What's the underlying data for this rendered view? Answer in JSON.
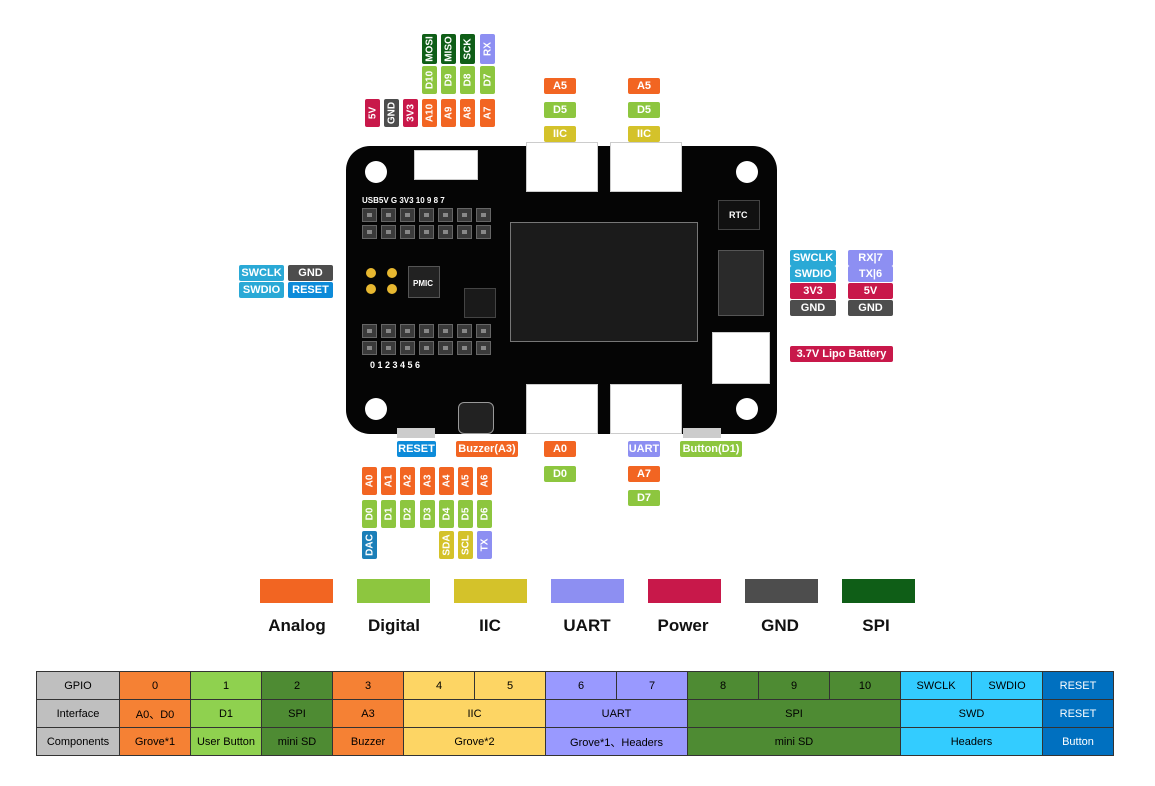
{
  "top_pins": {
    "row1": [
      "5V",
      "GND",
      "3V3",
      "A10",
      "A9",
      "A8",
      "A7"
    ],
    "row2": [
      "D10",
      "D9",
      "D8",
      "D7"
    ],
    "row3": [
      "MOSI",
      "MISO",
      "SCK",
      "RX"
    ]
  },
  "grove_top_left": [
    "A5",
    "D5",
    "IIC"
  ],
  "grove_top_right": [
    "A5",
    "D5",
    "IIC"
  ],
  "swd_left": {
    "swclk": "SWCLK",
    "gnd": "GND",
    "swdio": "SWDIO",
    "reset": "RESET"
  },
  "right_pins": {
    "left_col": [
      "SWCLK",
      "SWDIO",
      "3V3",
      "GND"
    ],
    "right_col": [
      "RX|7",
      "TX|6",
      "5V",
      "GND"
    ]
  },
  "battery_label": "3.7V Lipo Battery",
  "bottom_labels": {
    "reset": "RESET",
    "buzzer": "Buzzer(A3)",
    "button": "Button(D1)"
  },
  "grove_bottom_left": [
    "A0",
    "D0"
  ],
  "grove_bottom_right": [
    "UART",
    "A7",
    "D7"
  ],
  "bottom_pins": {
    "row1": [
      "A0",
      "A1",
      "A2",
      "A3",
      "A4",
      "A5",
      "A6"
    ],
    "row2": [
      "D0",
      "D1",
      "D2",
      "D3",
      "D4",
      "D5",
      "D6"
    ],
    "row3": [
      "DAC",
      "SDA",
      "SCL",
      "TX"
    ]
  },
  "board_silk": {
    "header_top": "USB5V  G  3V3  10   9    8   7",
    "header_bottom": "0    1    2    3    4    5    6",
    "pmic": "PMIC",
    "rtc": "RTC"
  },
  "legend": [
    "Analog",
    "Digital",
    "IIC",
    "UART",
    "Power",
    "GND",
    "SPI"
  ],
  "colors": {
    "analog": "#f26522",
    "digital": "#8dc63f",
    "iic": "#d4c22a",
    "uart": "#8d8ff2",
    "power": "#c8184a",
    "gnd": "#4d4d4d",
    "spi": "#0f5e17"
  },
  "table": {
    "gpio_label": "GPIO",
    "gpio": [
      "0",
      "1",
      "2",
      "3",
      "4",
      "5",
      "6",
      "7",
      "8",
      "9",
      "10",
      "SWCLK",
      "SWDIO",
      "RESET"
    ],
    "interface_label": "Interface",
    "interface": [
      "A0、D0",
      "D1",
      "SPI",
      "A3",
      "IIC",
      "UART",
      "SPI",
      "SWD",
      "RESET"
    ],
    "components_label": "Components",
    "components": [
      "Grove*1",
      "User Button",
      "mini SD",
      "Buzzer",
      "Grove*2",
      "Grove*1、Headers",
      "mini SD",
      "Headers",
      "Button"
    ]
  }
}
